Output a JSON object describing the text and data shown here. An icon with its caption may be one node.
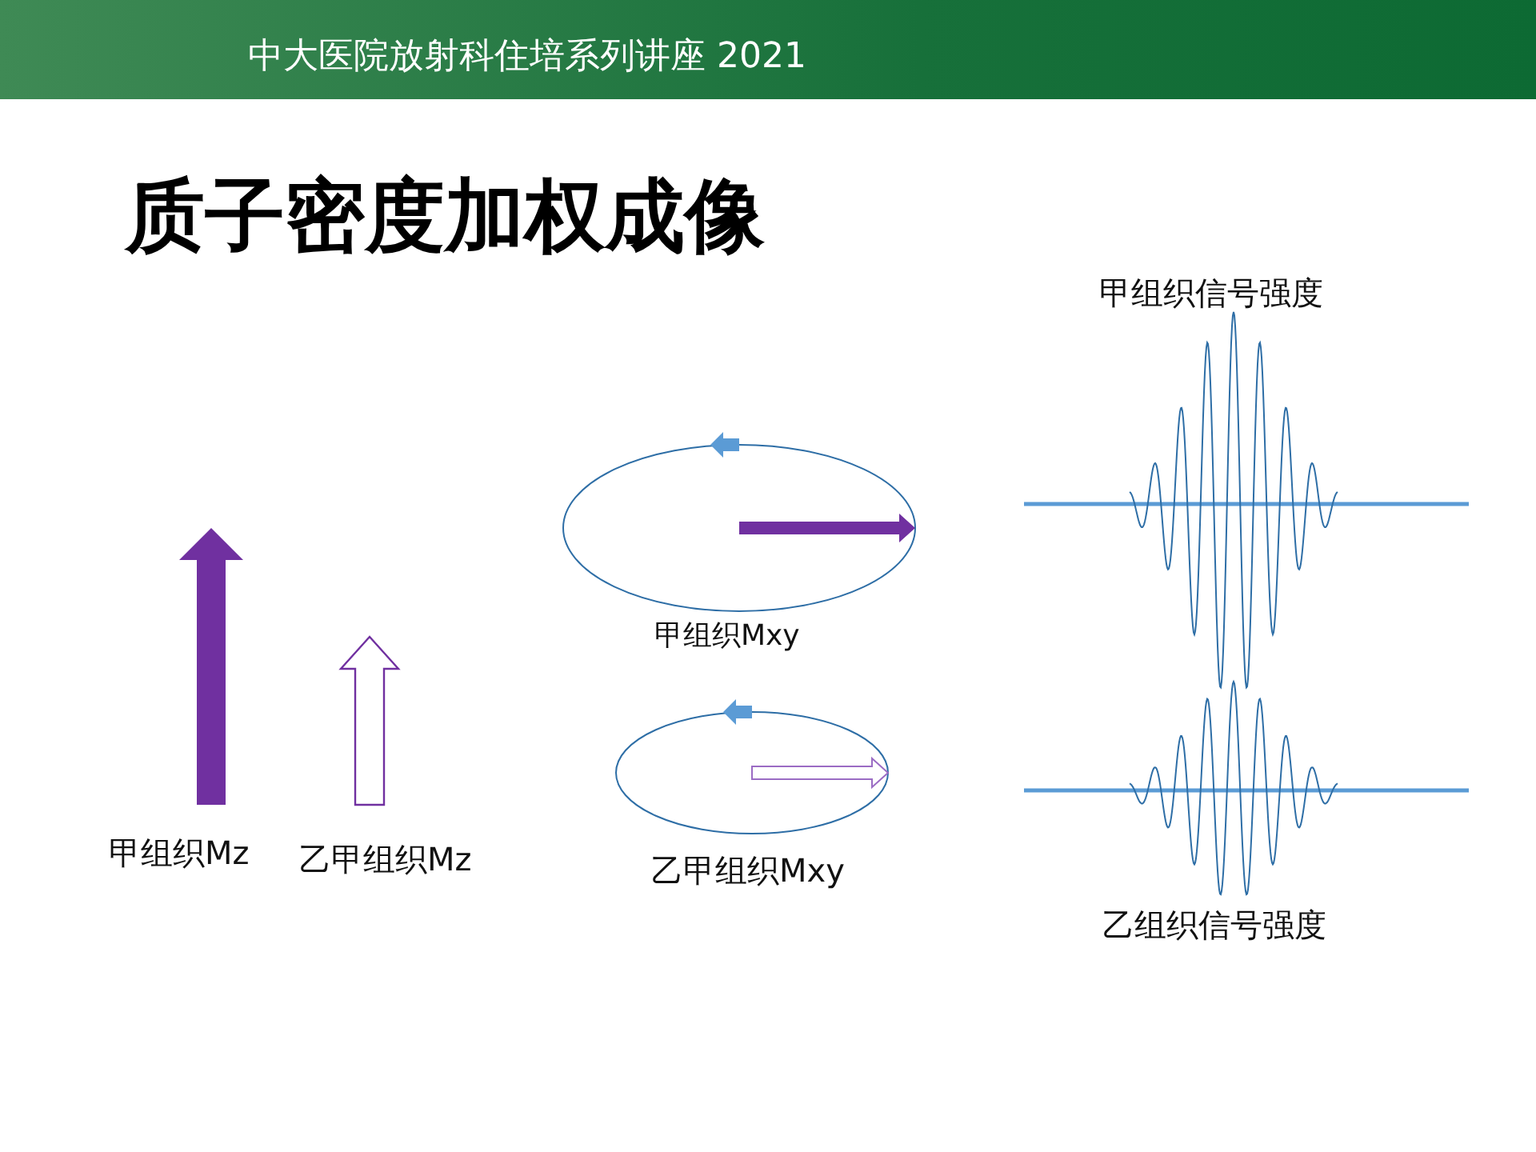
{
  "diagram": {
    "title": "质子密度加权成像",
    "labels": [
      "中大医院放射科住培系列讲座 2021",
      "甲组织信号强度",
      "甲组织Mxy",
      "甲组织Mz",
      "乙甲组织Mz",
      "乙甲组织Mxy",
      "乙组织信号强度"
    ]
  }
}
